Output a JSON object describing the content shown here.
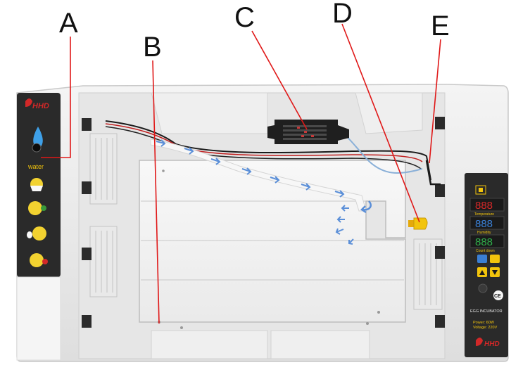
{
  "callouts": [
    {
      "letter": "A"
    },
    {
      "letter": "B"
    },
    {
      "letter": "C"
    },
    {
      "letter": "D"
    },
    {
      "letter": "E"
    }
  ],
  "left_panel": {
    "brand": "HHD",
    "water_label": "water"
  },
  "right_panel": {
    "temperature_label": "Temperature",
    "humidity_label": "Humidity",
    "countdown_label": "Count down",
    "ce_mark": "CE",
    "product_label": "EGG INCUBATOR",
    "power_text": "Power: 60W",
    "voltage_text": "Voltage: 220V",
    "brand": "HHD",
    "display_digits": "888"
  },
  "colors": {
    "leader_line": "#e01818",
    "water_arrow": "#5b8fd8",
    "panel_dark": "#2a2a2a",
    "display_red": "#d22828",
    "display_blue": "#3a7fd4",
    "plastic": "#ececec",
    "cap_yellow": "#f2c40c"
  }
}
